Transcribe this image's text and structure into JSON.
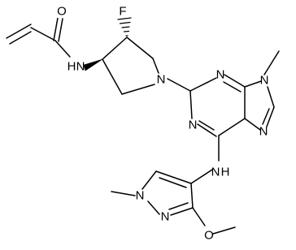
{
  "atoms": {
    "O_amide": "O",
    "F": "F",
    "NH_amide": "N",
    "H_amide": "H",
    "N_pyrrolidine": "N",
    "N_purine_1": "N",
    "N_purine_3": "N",
    "N_purine_9": "N",
    "N_purine_7": "N",
    "N_methyl_label": "",
    "NH_linker": "N",
    "H_linker": "H",
    "N_pyrazole_1": "N",
    "N_pyrazole_2": "N",
    "O_methoxy": "O"
  }
}
